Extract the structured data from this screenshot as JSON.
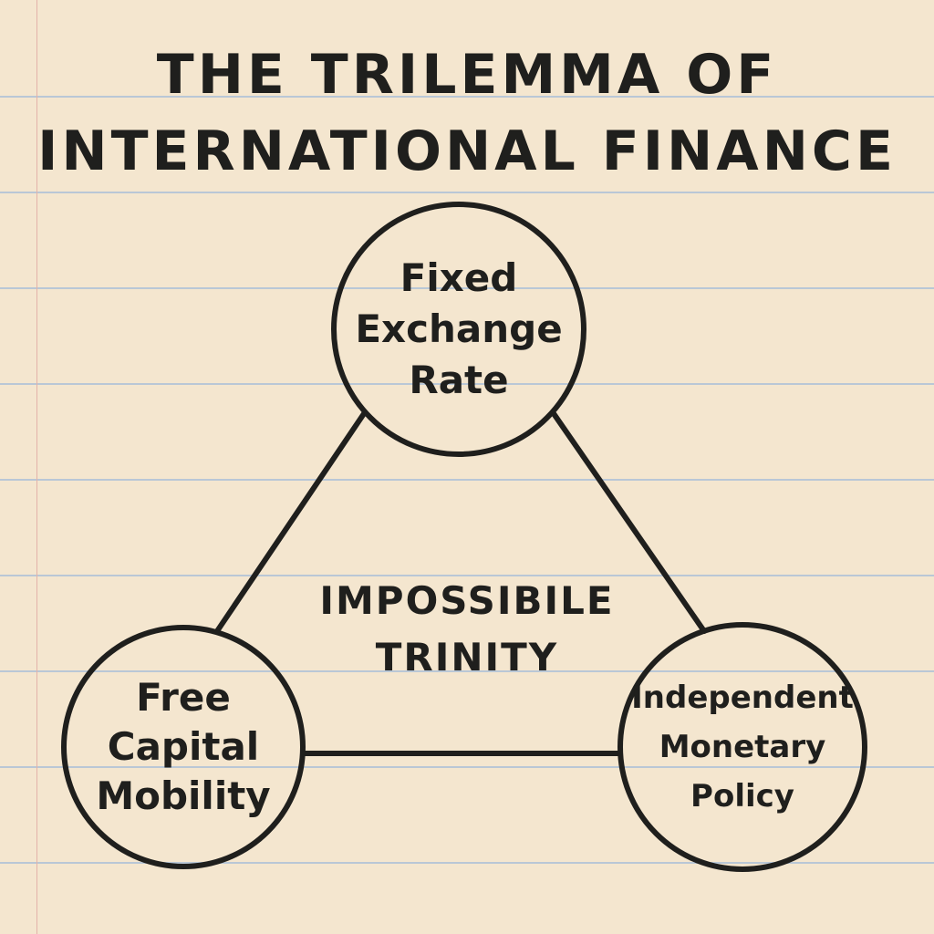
{
  "title": {
    "line1": "THE TRILEMMA OF",
    "line2": "INTERNATIONAL FINANCE"
  },
  "nodes": {
    "top": {
      "lines": [
        "Fixed",
        "Exchange",
        "Rate"
      ]
    },
    "left": {
      "lines": [
        "Free",
        "Capital",
        "Mobility"
      ]
    },
    "right": {
      "lines": [
        "Independent",
        "Monetary",
        "Policy"
      ]
    }
  },
  "center": {
    "line1": "IMPOSSIBILE",
    "line2": "TRINITY"
  },
  "colors": {
    "paper": "#f4e6cf",
    "ink": "#1f1f1d",
    "rule_line": "#b9c7d6",
    "margin_line": "#e3b3aa"
  }
}
